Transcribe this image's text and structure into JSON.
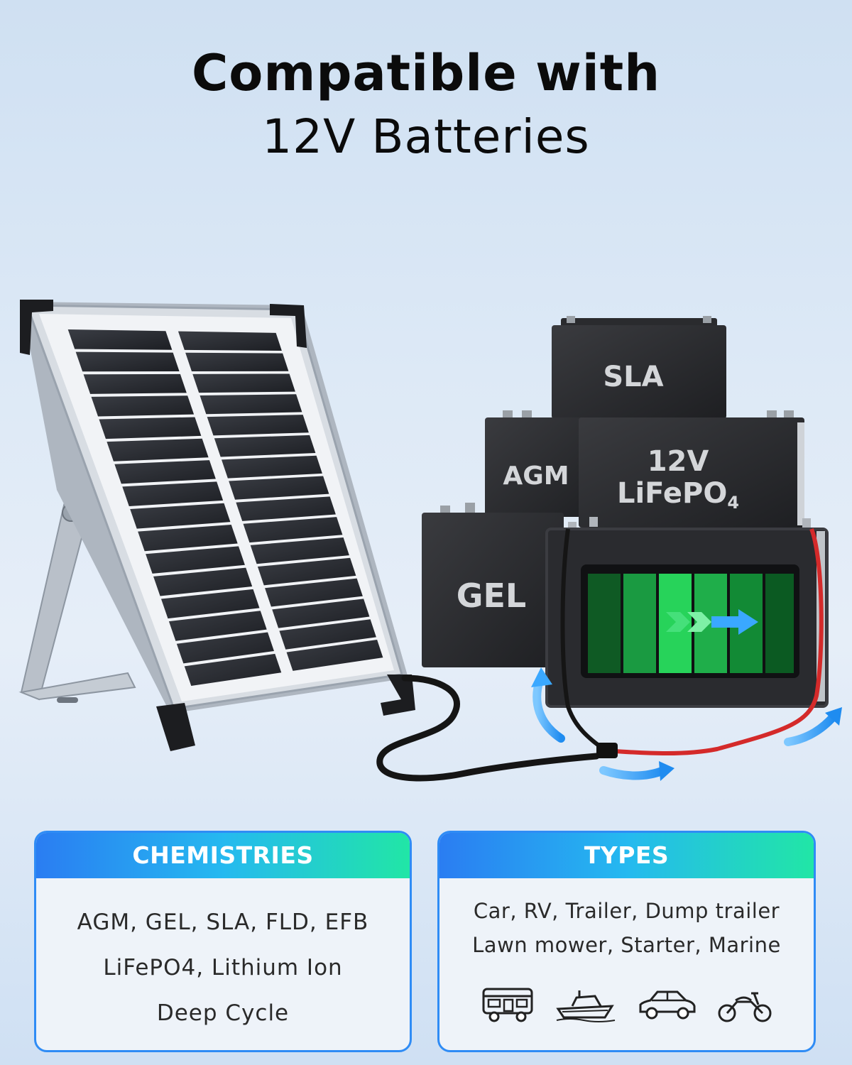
{
  "headline": {
    "line1": "Compatible with",
    "line2": "12V Batteries"
  },
  "batteries": {
    "sla": "SLA",
    "agm": "AGM",
    "lifepo4_voltage": "12V",
    "lifepo4_name": "LiFePO",
    "lifepo4_subscript": "4",
    "gel": "GEL"
  },
  "chemistries": {
    "title": "CHEMISTRIES",
    "lines": [
      "AGM,  GEL,  SLA,  FLD,  EFB",
      "LiFePO4,  Lithium Ion",
      "Deep Cycle"
    ]
  },
  "types": {
    "title": "TYPES",
    "lines": [
      "Car, RV, Trailer, Dump trailer",
      "Lawn mower, Starter, Marine"
    ],
    "icons": [
      "rv-icon",
      "boat-icon",
      "car-icon",
      "motorcycle-icon"
    ]
  },
  "colors": {
    "accent_blue": "#2f8cf5",
    "accent_green": "#21e6a6",
    "charge_green": "#27d35a"
  }
}
